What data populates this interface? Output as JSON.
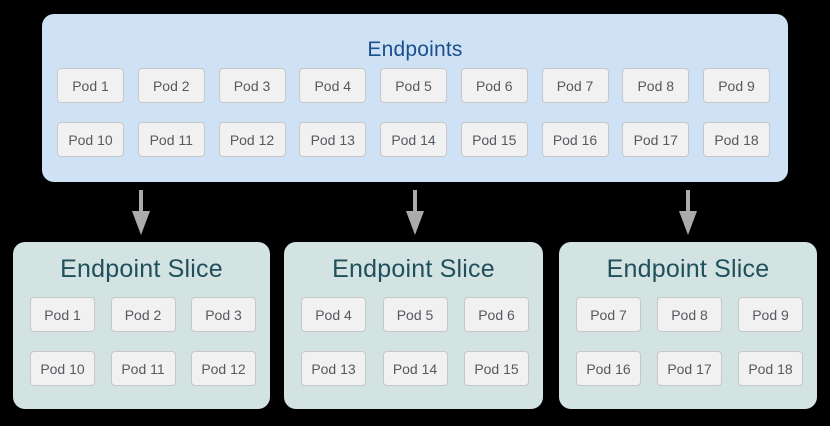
{
  "diagram": {
    "endpoints_box": {
      "title": "Endpoints",
      "pods_row1": [
        "Pod 1",
        "Pod 2",
        "Pod 3",
        "Pod 4",
        "Pod 5",
        "Pod 6",
        "Pod 7",
        "Pod 8",
        "Pod 9"
      ],
      "pods_row2": [
        "Pod 10",
        "Pod 11",
        "Pod 12",
        "Pod 13",
        "Pod 14",
        "Pod 15",
        "Pod 16",
        "Pod 17",
        "Pod 18"
      ]
    },
    "slices": [
      {
        "title": "Endpoint Slice",
        "pods_row1": [
          "Pod 1",
          "Pod 2",
          "Pod 3"
        ],
        "pods_row2": [
          "Pod 10",
          "Pod 11",
          "Pod 12"
        ]
      },
      {
        "title": "Endpoint Slice",
        "pods_row1": [
          "Pod 4",
          "Pod 5",
          "Pod 6"
        ],
        "pods_row2": [
          "Pod 13",
          "Pod 14",
          "Pod 15"
        ]
      },
      {
        "title": "Endpoint Slice",
        "pods_row1": [
          "Pod 7",
          "Pod 8",
          "Pod 9"
        ],
        "pods_row2": [
          "Pod 16",
          "Pod 17",
          "Pod 18"
        ]
      }
    ],
    "icons": {
      "down_arrow": "down-arrow-icon"
    }
  },
  "colors": {
    "canvas_bg": "#000000",
    "endpoints_box_fill": "#cfe2f5",
    "endpoints_title": "#1a4f8c",
    "slice_box_fill": "#d3e3e2",
    "slice_title": "#20505b",
    "pod_fill": "#f1f1f1",
    "pod_border": "#c7c7c7",
    "pod_text": "#56595e",
    "arrow": "#ababab"
  }
}
